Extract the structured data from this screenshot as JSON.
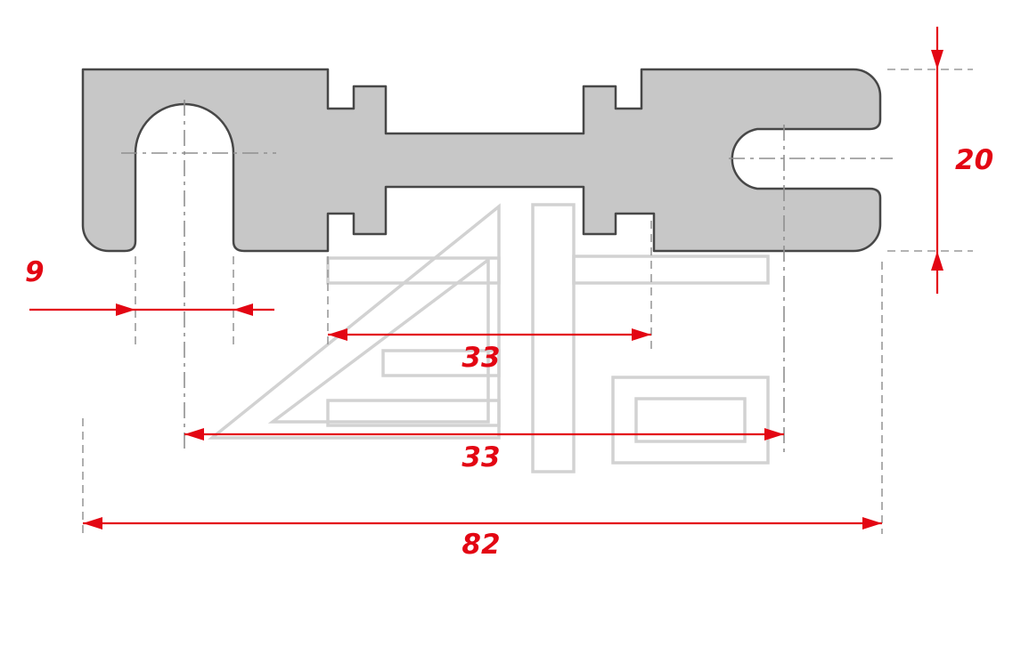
{
  "drawing": {
    "dimensions": {
      "dim_9": "9",
      "dim_33_upper": "33",
      "dim_33_lower": "33",
      "dim_82": "82",
      "dim_20": "20"
    },
    "colors": {
      "dimension_red": "#e30613",
      "part_fill": "#c7c7c7",
      "part_outline": "#474747",
      "centerline_gray": "#8f8f8f",
      "watermark_gray": "#d2d2d2",
      "background": "#ffffff"
    }
  }
}
